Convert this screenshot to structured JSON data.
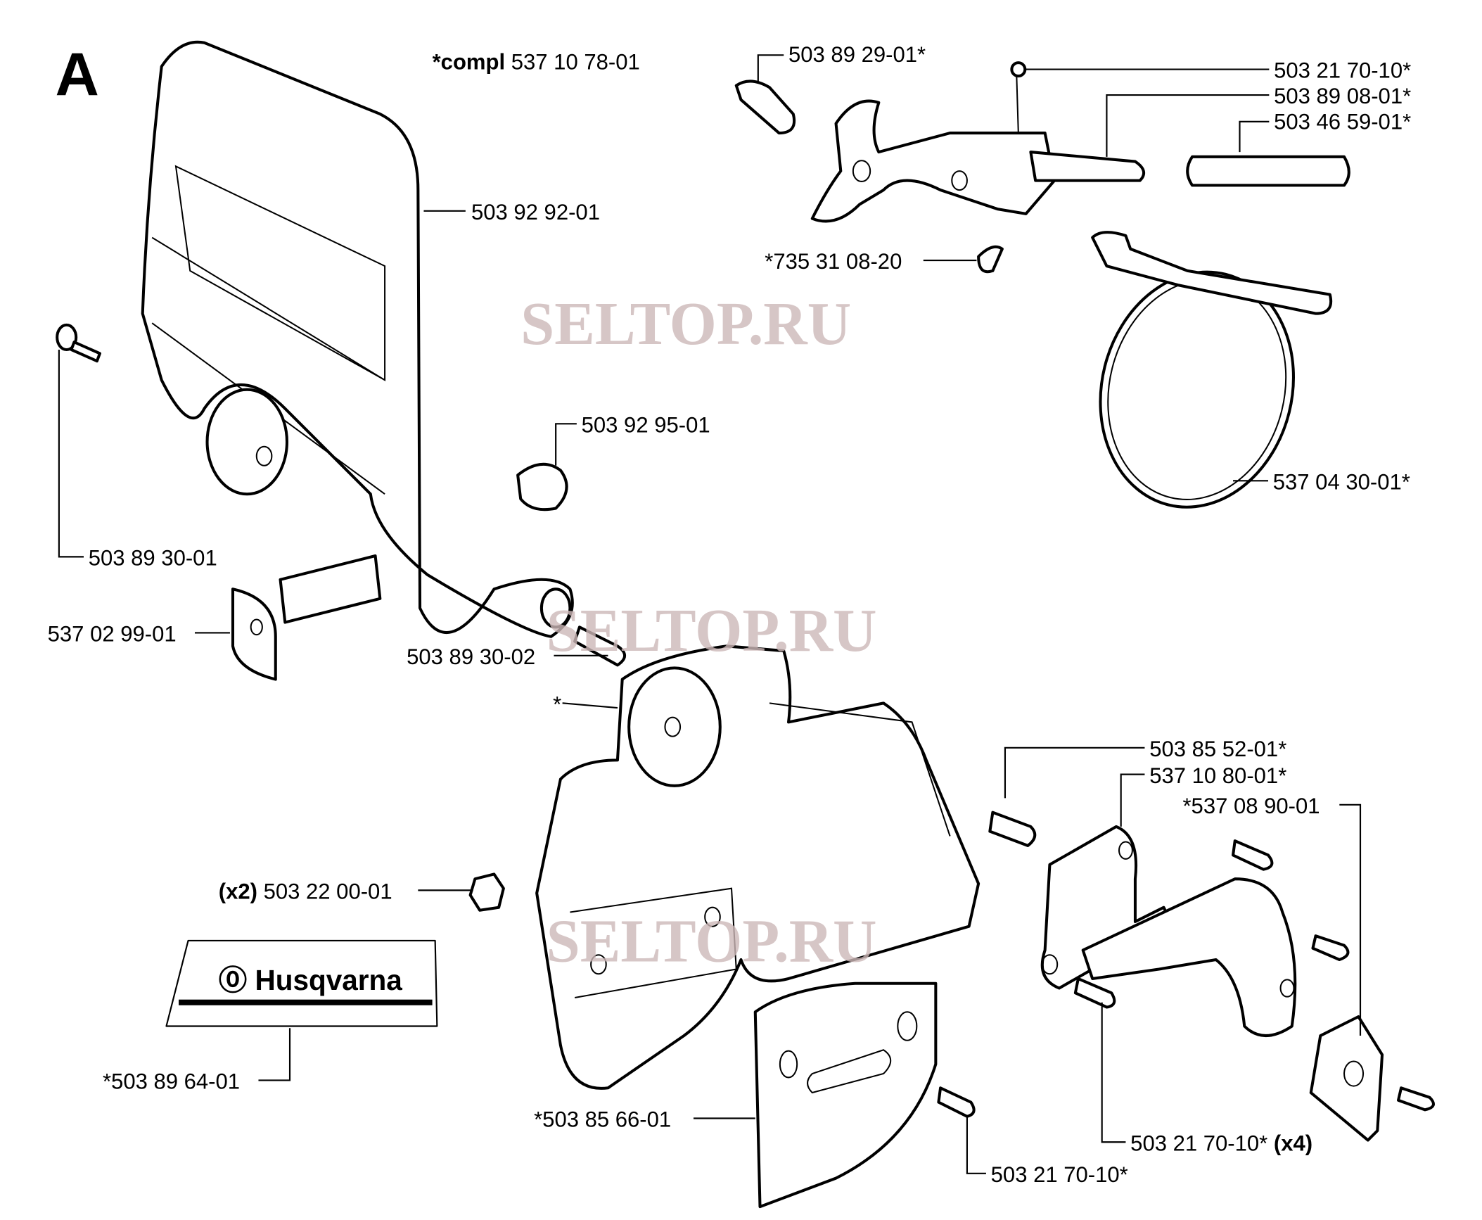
{
  "diagram": {
    "section_letter": "A",
    "assembly": {
      "prefix": "*compl",
      "part_number": "537 10 78-01"
    },
    "brand_label": "Husqvarna",
    "watermarks": [
      "SELTOP.RU",
      "SELTOP.RU",
      "SELTOP.RU"
    ],
    "labels": {
      "l1": "503 89 29-01*",
      "l2": "503 21 70-10*",
      "l3": "503 89 08-01*",
      "l4": "503 46 59-01*",
      "l5": "503 92 92-01",
      "l6": "*735 31 08-20",
      "l7": "503 92 95-01",
      "l8": "537 04 30-01*",
      "l9": "503 89 30-01",
      "l10": "537 02 99-01",
      "l11": "503 89 30-02",
      "l12": "*",
      "l13": "503 85 52-01*",
      "l14": "537 10 80-01*",
      "l15": "*537 08 90-01",
      "l16_qty": "(x2)",
      "l16": "503 22 00-01",
      "l17": "*503 89 64-01",
      "l18": "*503 85 66-01",
      "l19": "503 21 70-10*",
      "l19_qty": "(x4)",
      "l20": "503 21 70-10*"
    }
  }
}
